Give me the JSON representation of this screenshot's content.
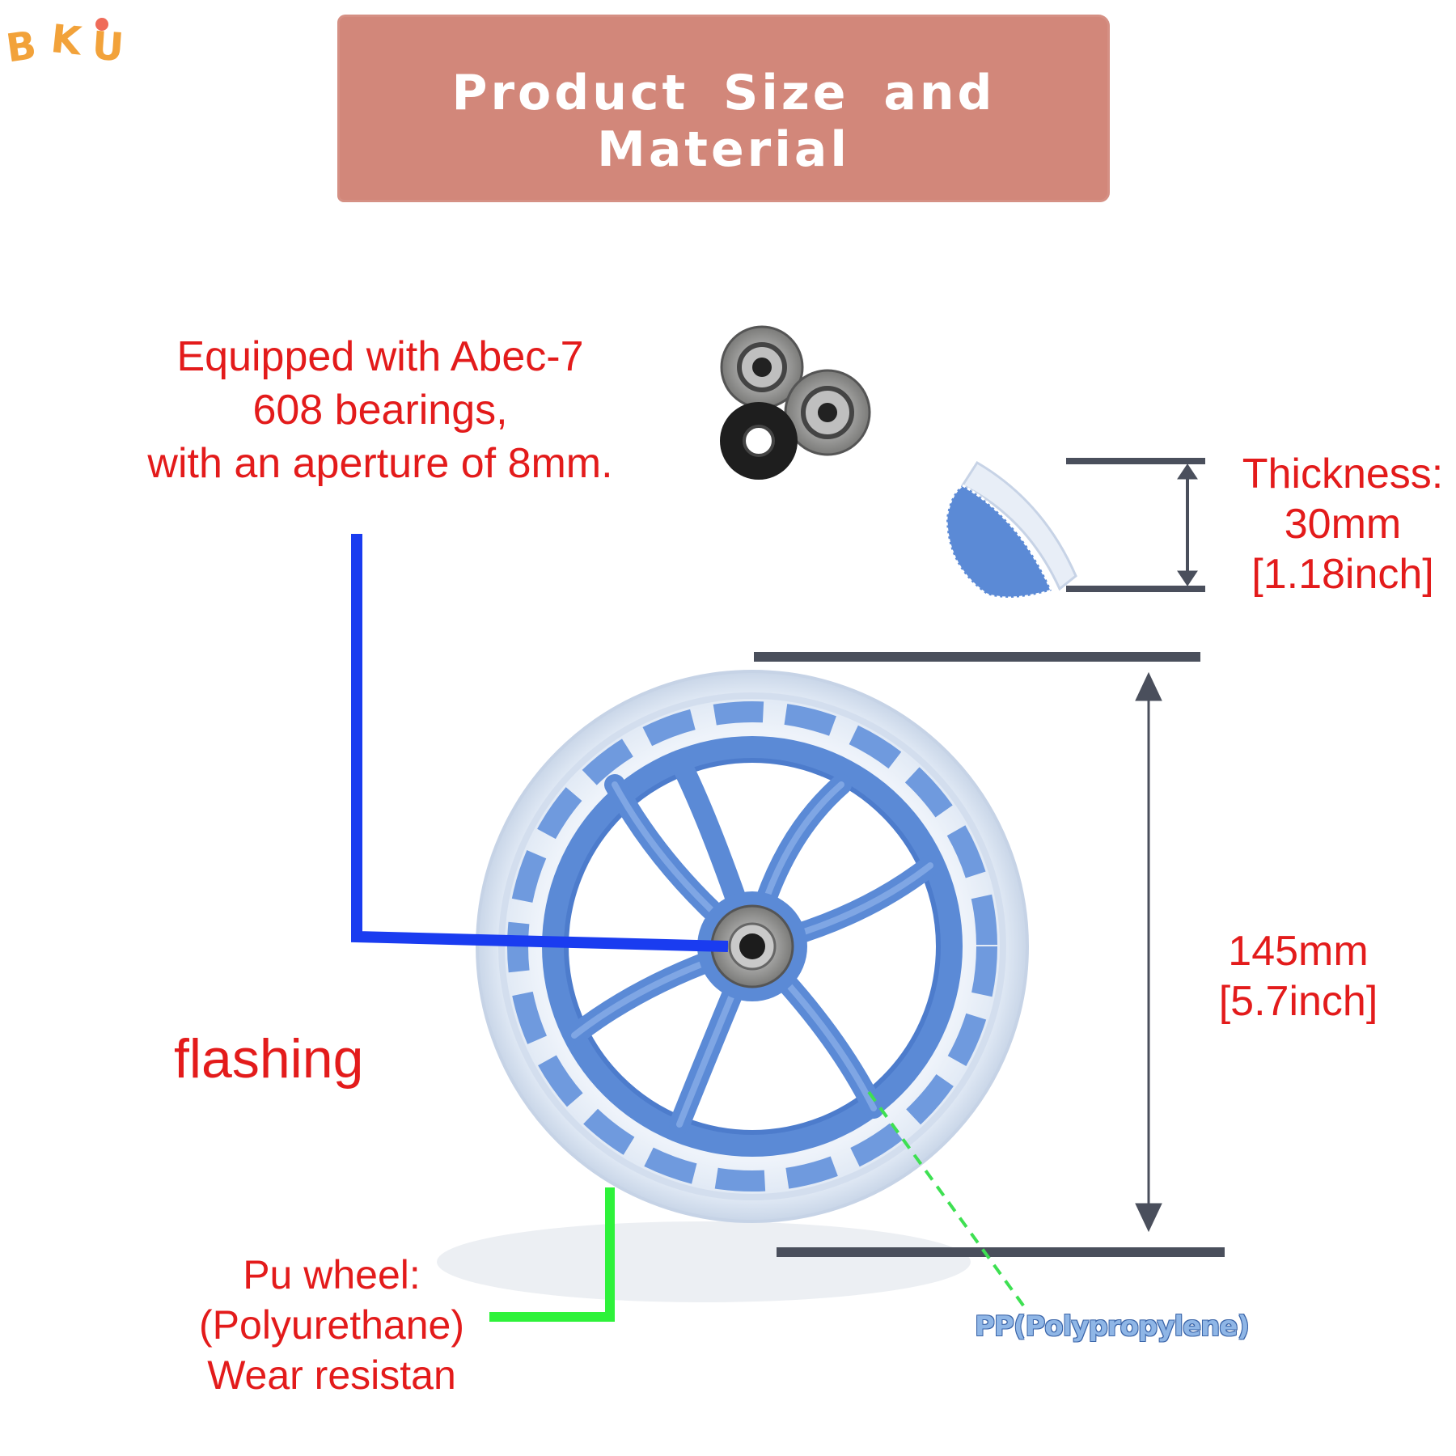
{
  "brand": {
    "logo_letters": [
      "B",
      "K",
      "U"
    ]
  },
  "header": {
    "title": "Product Size and Material"
  },
  "annotations": {
    "bearing_lines": [
      "Equipped with Abec-7",
      "608 bearings,",
      "with an aperture of 8mm."
    ],
    "thickness_lines": [
      "Thickness:",
      "30mm",
      "[1.18inch]"
    ],
    "diameter_lines": [
      "145mm",
      "[5.7inch]"
    ],
    "flashing": "flashing",
    "pu_lines": [
      "Pu wheel:",
      "(Polyurethane)",
      "Wear resistan"
    ],
    "pp": "PP(Polypropylene)"
  },
  "colors": {
    "banner": "#d2877a",
    "label_red": "#e31b1b",
    "wheel_blue": "#5b8ad6",
    "bearing_pointer": "#1a3cf0",
    "pu_pointer": "#2ef23a",
    "pp_pointer": "#3ee052",
    "dimension_lines": "#4a4f5c"
  },
  "icons": [
    "bearing-icon",
    "wheel-icon",
    "wheel-edge-icon"
  ]
}
